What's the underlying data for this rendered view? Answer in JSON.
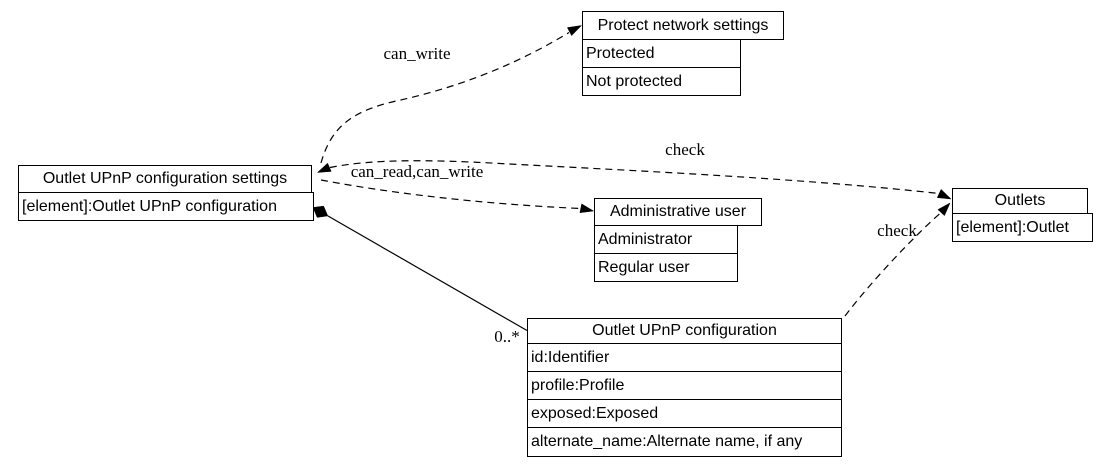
{
  "diagram": {
    "background_color": "#ffffff",
    "line_color": "#000000",
    "kind": "uml-like relationship diagram"
  },
  "nodes": {
    "settings": {
      "title": "Outlet UPnP configuration settings",
      "rows": [
        "[element]:Outlet UPnP configuration"
      ]
    },
    "protect": {
      "title": "Protect network settings",
      "rows": [
        "Protected",
        "Not protected"
      ]
    },
    "admin": {
      "title": "Administrative user",
      "rows": [
        "Administrator",
        "Regular user"
      ]
    },
    "outlets": {
      "title": "Outlets",
      "rows": [
        "[element]:Outlet"
      ]
    },
    "config": {
      "title": "Outlet UPnP configuration",
      "rows": [
        "id:Identifier",
        "profile:Profile",
        "exposed:Exposed",
        "alternate_name:Alternate name, if any"
      ]
    }
  },
  "edge_labels": {
    "can_write": "can_write",
    "check_top": "check",
    "can_read_can_write": "can_read,can_write",
    "check_bottom": "check",
    "multiplicity": "0..*"
  }
}
